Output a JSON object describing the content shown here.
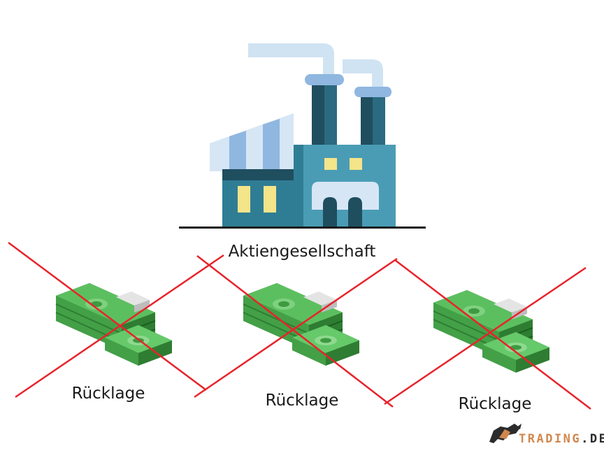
{
  "company": {
    "label": "Aktiengesellschaft",
    "icon": "factory-icon"
  },
  "reserves": [
    {
      "label": "Rücklage",
      "icon": "money-stack-icon",
      "crossed": true
    },
    {
      "label": "Rücklage",
      "icon": "money-stack-icon",
      "crossed": true
    },
    {
      "label": "Rücklage",
      "icon": "money-stack-icon",
      "crossed": true
    }
  ],
  "logo": {
    "prefix": "TRADING",
    "suffix": ".DE",
    "icon": "bull-icon"
  },
  "colors": {
    "cross_line": "#e8232b",
    "ground_line": "#1a1a1a",
    "logo_orange": "#d2874d",
    "logo_dark": "#2b2b2b",
    "money_green": "#4caf50"
  }
}
